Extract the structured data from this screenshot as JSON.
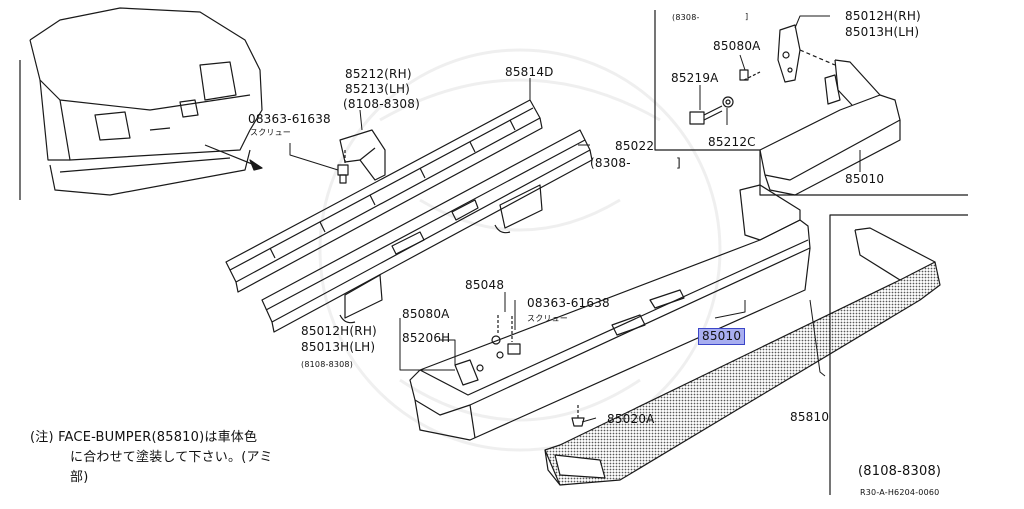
{
  "labels": {
    "p_08363_61638_a": "08363-61638",
    "screw_a": "スクリュー",
    "p_85212": "85212(RH)",
    "p_85213": "85213(LH)",
    "range_a": "(8108-8308)",
    "p_85814d": "85814D",
    "p_85022": "85022",
    "range_85022": "(8308-",
    "bracket_85022": "]",
    "range_top": "(8308-",
    "bracket_top": "]",
    "p_85012h_top": "85012H(RH)",
    "p_85013h_top": "85013H(LH)",
    "p_85080a_top": "85080A",
    "p_85219a": "85219A",
    "p_85212c": "85212C",
    "p_85010_top": "85010",
    "p_85048": "85048",
    "p_08363_61638_b": "08363-61638",
    "screw_b": "スクリュー",
    "p_85080a": "85080A",
    "p_85206h": "85206H",
    "p_85012h": "85012H(RH)",
    "p_85013h": "85013H(LH)",
    "range_b": "(8108-8308)",
    "p_85010_hl": "85010",
    "p_85810": "85810",
    "p_85020a": "85020A",
    "range_bottom": "(8108-8308)",
    "ref_code": "R30-A-H6204-0060"
  },
  "note": {
    "line1": "(注) FACE-BUMPER(85810)は車体色",
    "line2": "に合わせて塗装して下さい。(アミ",
    "line3": "部)"
  },
  "colors": {
    "line": "#1a1a1a",
    "highlight_fill": "#a8aef0",
    "highlight_border": "#3b46c8",
    "mesh": "#6a6a6a"
  }
}
